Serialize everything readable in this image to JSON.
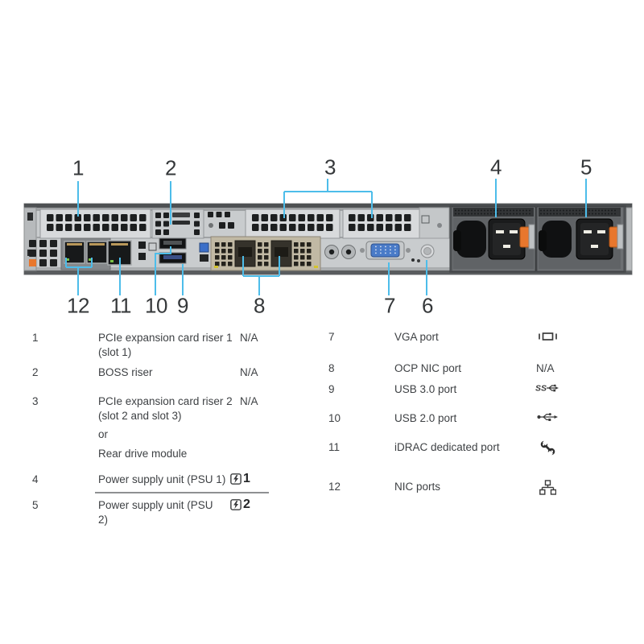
{
  "diagram": {
    "description": "Rear view of server chassis with numbered callouts",
    "callouts": {
      "top": [
        "1",
        "2",
        "3",
        "4",
        "5"
      ],
      "bottom": [
        "12",
        "11",
        "10",
        "9",
        "8",
        "7",
        "6"
      ]
    },
    "colors": {
      "callout_line": "#4dbdea",
      "chassis_gray": "#c9ccce",
      "ocp_tan": "#c1b9a4",
      "psu_clip_orange": "#e8772d",
      "vga_blue": "#4a7bc8"
    }
  },
  "legend_left": {
    "rows": [
      {
        "num": "1",
        "desc": "PCIe expansion card riser 1 (slot 1)",
        "value": "N/A"
      },
      {
        "num": "2",
        "desc": "BOSS riser",
        "value": "N/A"
      },
      {
        "num": "3",
        "desc": "PCIe expansion card riser 2 (slot 2 and slot 3)",
        "alt_separator": "or",
        "alt_desc": "Rear drive module",
        "value": "N/A"
      },
      {
        "num": "4",
        "desc": "Power supply unit (PSU 1)",
        "icon": "psu-indicator-icon",
        "icon_number": "1"
      },
      {
        "num": "5",
        "desc": "Power supply unit (PSU 2)",
        "icon": "psu-indicator-icon",
        "icon_number": "2"
      }
    ]
  },
  "legend_right": {
    "rows": [
      {
        "num": "7",
        "desc": "VGA port",
        "icon": "display-icon"
      },
      {
        "num": "8",
        "desc": "OCP NIC port",
        "value": "N/A"
      },
      {
        "num": "9",
        "desc": "USB 3.0 port",
        "icon": "usb3-superspeed-icon"
      },
      {
        "num": "10",
        "desc": "USB 2.0 port",
        "icon": "usb2-icon"
      },
      {
        "num": "11",
        "desc": "iDRAC dedicated port",
        "icon": "wrench-icon"
      },
      {
        "num": "12",
        "desc": "NIC ports",
        "icon": "network-icon"
      }
    ]
  }
}
